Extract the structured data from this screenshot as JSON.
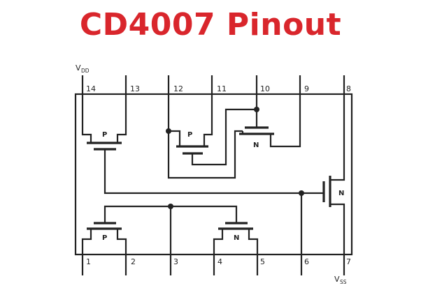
{
  "title": "CD4007 Pinout",
  "supply": {
    "vdd_main": "V",
    "vdd_sub": "DD",
    "vss_main": "V",
    "vss_sub": "SS"
  },
  "pins_top": [
    "14",
    "13",
    "12",
    "11",
    "10",
    "9",
    "8"
  ],
  "pins_bottom": [
    "1",
    "2",
    "3",
    "4",
    "5",
    "6",
    "7"
  ],
  "transistors": {
    "top_left": "P",
    "top_middle": "P",
    "top_right": "N",
    "right": "N",
    "bottom_left": "P",
    "bottom_middle": "N"
  }
}
